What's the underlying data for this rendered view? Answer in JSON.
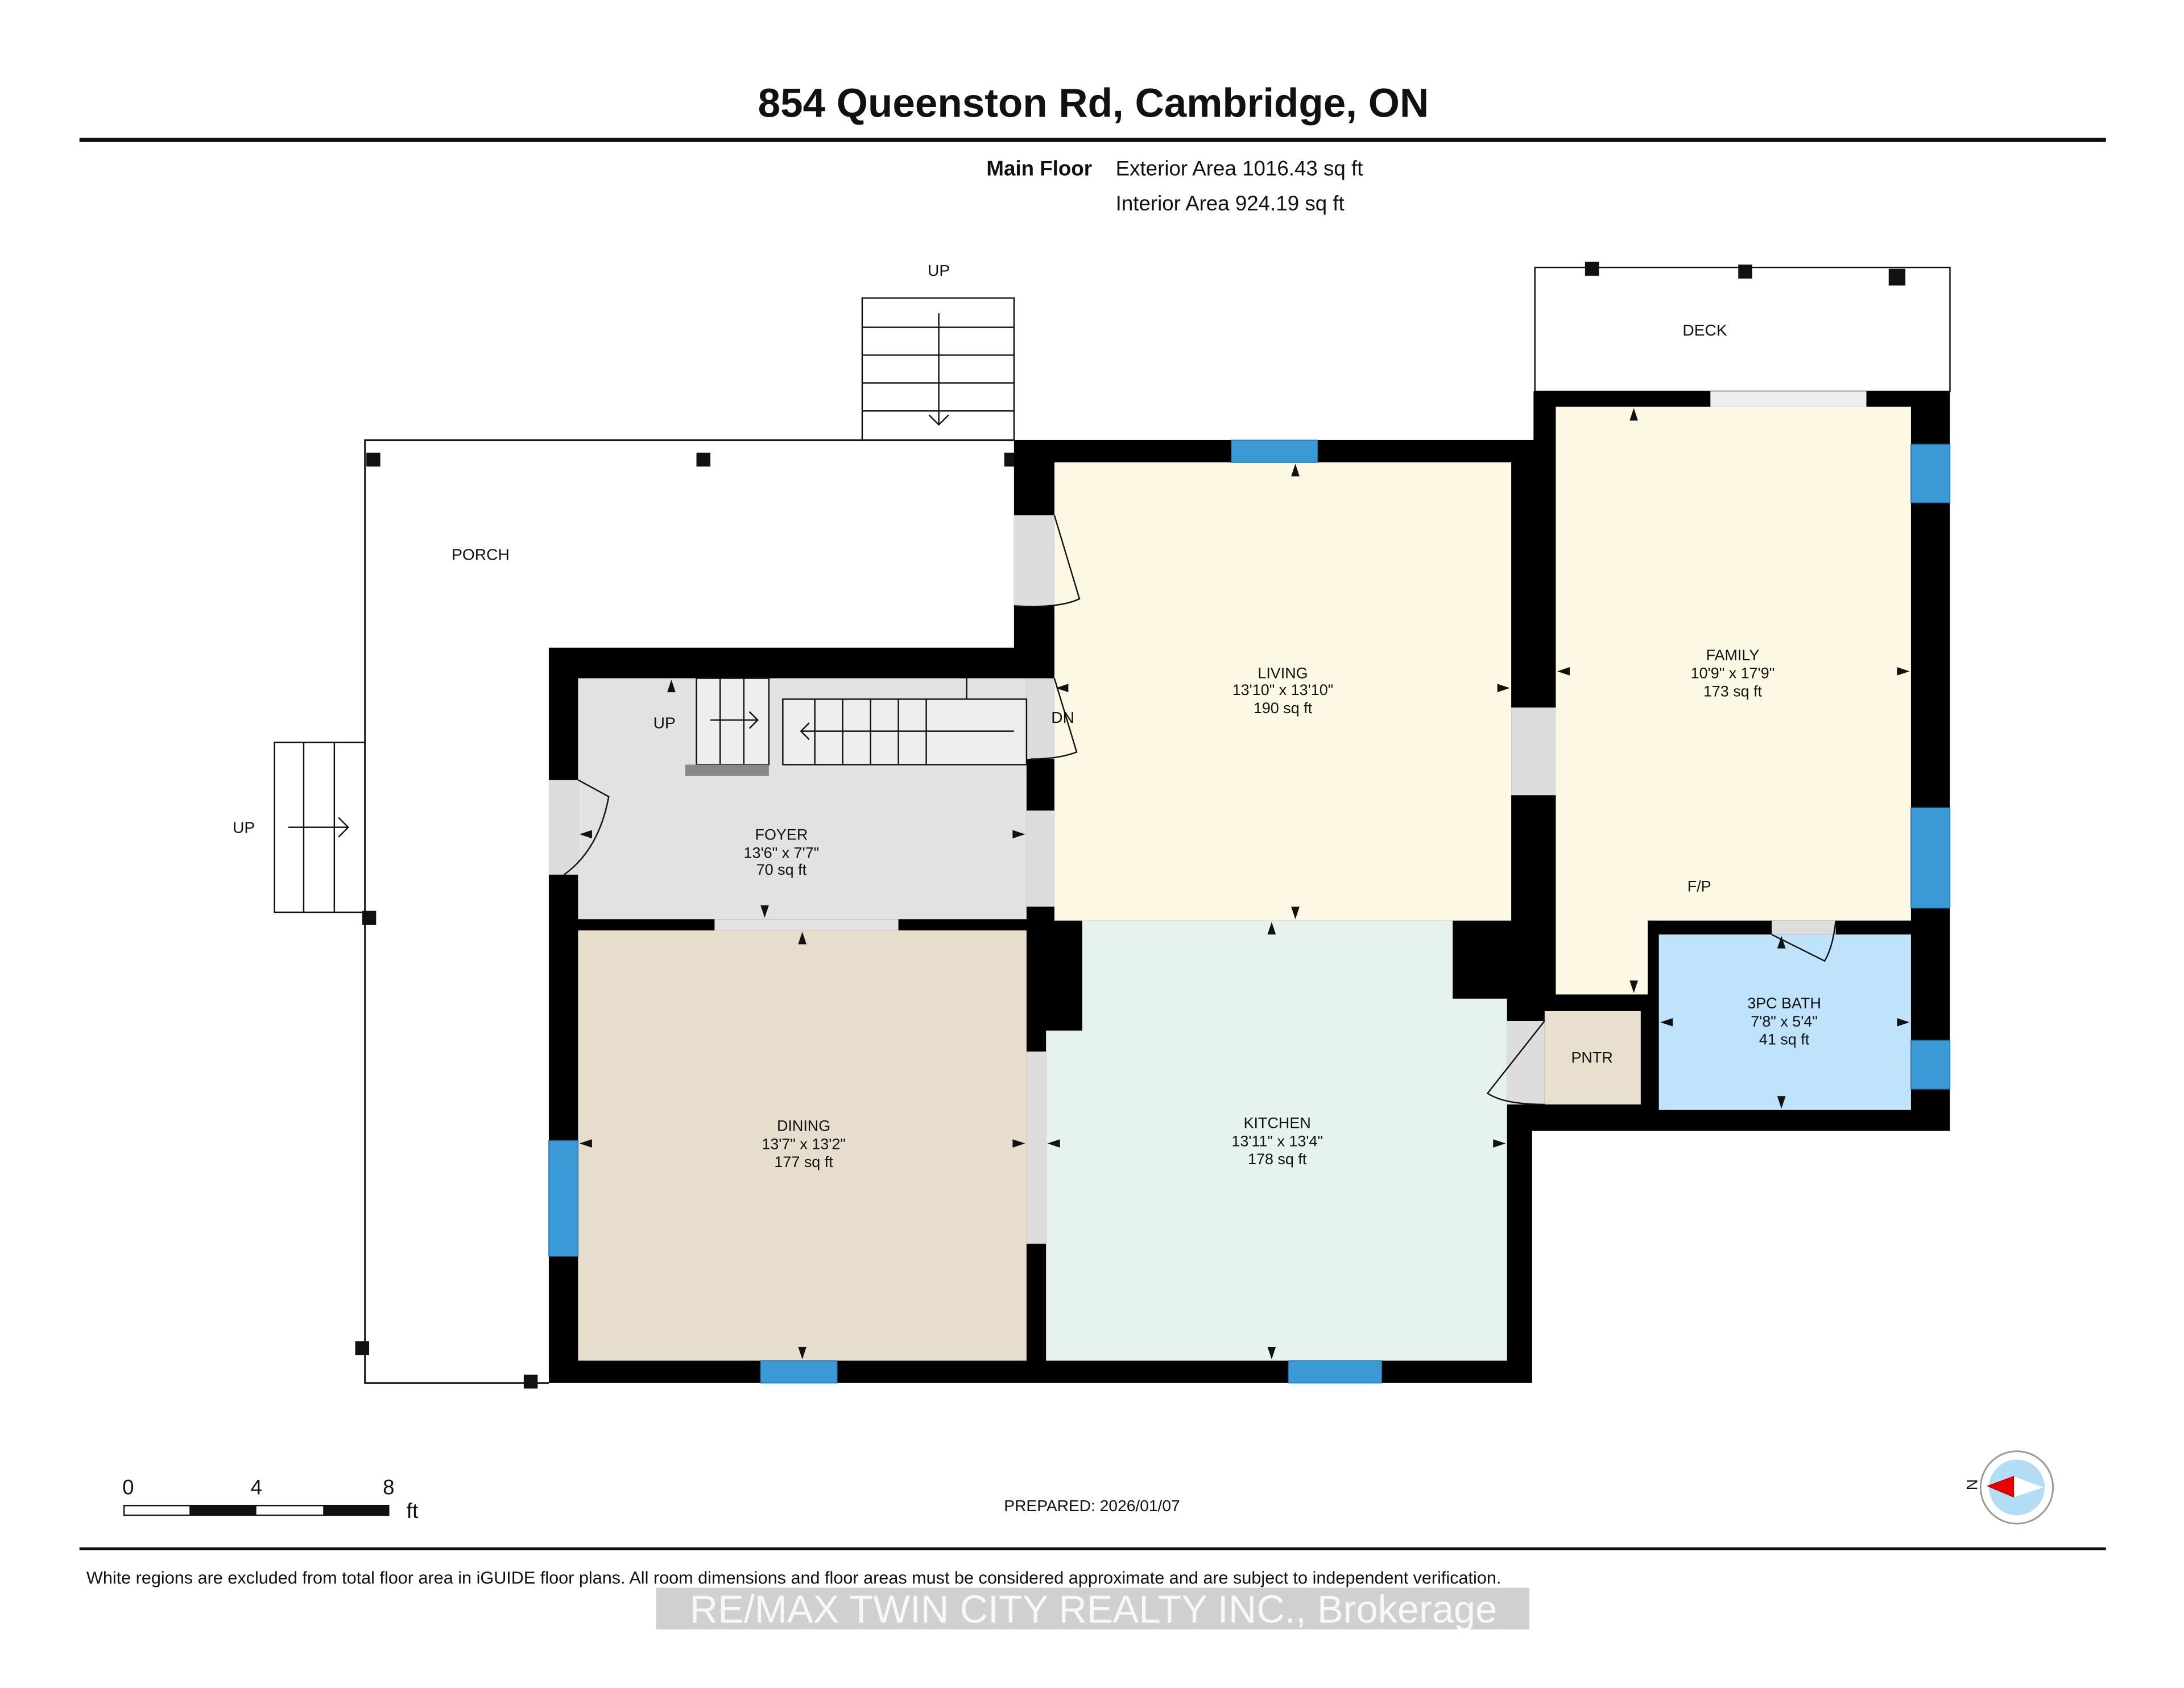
{
  "title": "854 Queenston Rd, Cambridge, ON",
  "floor": {
    "name": "Main Floor",
    "exterior_area": "Exterior Area 1016.43 sq ft",
    "interior_area": "Interior Area 924.19 sq ft"
  },
  "rooms": {
    "living": {
      "name": "LIVING",
      "dims": "13'10\" x 13'10\"",
      "area": "190 sq ft",
      "color": "#fdf8e4"
    },
    "family": {
      "name": "FAMILY",
      "dims": "10'9\" x 17'9\"",
      "area": "173 sq ft",
      "color": "#fdf8e4"
    },
    "foyer": {
      "name": "FOYER",
      "dims": "13'6\" x 7'7\"",
      "area": "70 sq ft",
      "color": "#e2e2e2"
    },
    "dining": {
      "name": "DINING",
      "dims": "13'7\" x 13'2\"",
      "area": "177 sq ft",
      "color": "#e7ddcc"
    },
    "kitchen": {
      "name": "KITCHEN",
      "dims": "13'11\" x 13'4\"",
      "area": "178 sq ft",
      "color": "#e6f3ec"
    },
    "bath": {
      "name": "3PC BATH",
      "dims": "7'8\" x 5'4\"",
      "area": "41 sq ft",
      "color": "#bfe3fb"
    },
    "pantry": {
      "name": "PNTR",
      "color": "#e8dfcf"
    }
  },
  "labels": {
    "porch": "PORCH",
    "deck": "DECK",
    "fireplace": "F/P",
    "up_top": "UP",
    "up_left": "UP",
    "up_foyer": "UP",
    "down_foyer": "DN"
  },
  "scale_bar": {
    "ticks": [
      "0",
      "4",
      "8"
    ],
    "unit": "ft"
  },
  "compass": {
    "label": "N"
  },
  "prepared": "PREPARED: 2026/01/07",
  "disclaimer": "White regions are excluded from total floor area in iGUIDE floor plans. All room dimensions and floor areas must be considered approximate and are subject to independent verification.",
  "watermark": "RE/MAX TWIN CITY REALTY INC., Brokerage",
  "colors": {
    "wall": "#000000",
    "window": "#3b9ad6",
    "door_opening": "#dddddd"
  }
}
